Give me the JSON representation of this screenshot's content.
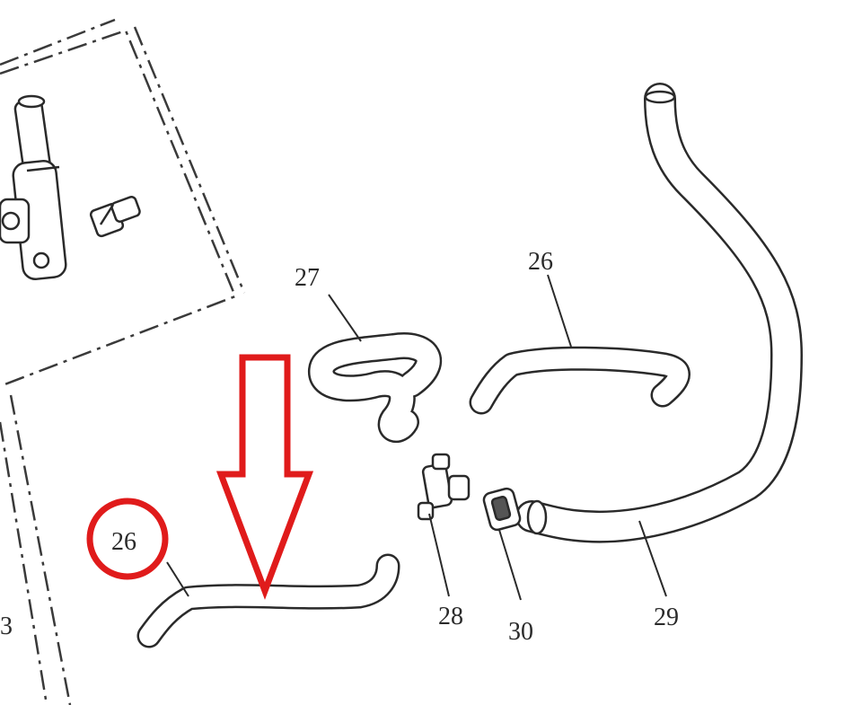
{
  "diagram": {
    "part_labels": {
      "hose_27": "27",
      "hose_26_upper": "26",
      "hose_26_lower": "26",
      "tee_28": "28",
      "clamp_30": "30",
      "hose_29": "29",
      "partial_left": "3"
    },
    "highlight_color": "#e01b1b",
    "line_color": "#2a2a2a"
  }
}
